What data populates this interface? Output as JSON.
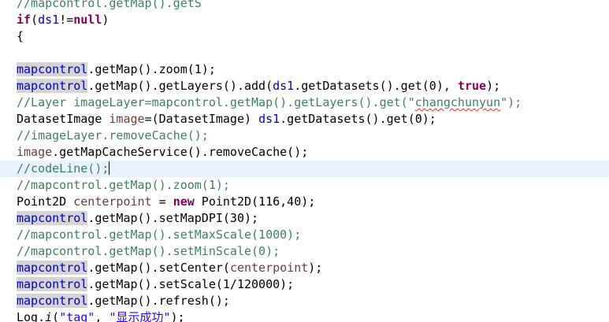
{
  "editor": {
    "language": "java",
    "current_line_index": 10,
    "lines": [
      [
        {
          "t": "//mapcontrol.getMap().getS",
          "c": "cm"
        }
      ],
      [
        {
          "t": "if",
          "c": "kw"
        },
        {
          "t": "("
        },
        {
          "t": "ds1",
          "c": "fld"
        },
        {
          "t": "!="
        },
        {
          "t": "null",
          "c": "kw"
        },
        {
          "t": ")"
        }
      ],
      [
        {
          "t": "{"
        }
      ],
      [],
      [
        {
          "t": "mapcontrol",
          "c": "fld hl"
        },
        {
          "t": ".getMap().zoom(1);"
        }
      ],
      [
        {
          "t": "mapcontrol",
          "c": "fld hl"
        },
        {
          "t": ".getMap().getLayers().add("
        },
        {
          "t": "ds1",
          "c": "fld"
        },
        {
          "t": ".getDatasets().get(0), "
        },
        {
          "t": "true",
          "c": "kw"
        },
        {
          "t": ");"
        }
      ],
      [
        {
          "t": "//Layer imageLayer=mapcontrol.getMap().getLayers().get(\"",
          "c": "cm"
        },
        {
          "t": "changchunyun",
          "c": "cm squig"
        },
        {
          "t": "\");",
          "c": "cm"
        }
      ],
      [
        {
          "t": "DatasetImage "
        },
        {
          "t": "image",
          "c": "lv"
        },
        {
          "t": "=(DatasetImage) "
        },
        {
          "t": "ds1",
          "c": "fld"
        },
        {
          "t": ".getDatasets().get(0);"
        }
      ],
      [
        {
          "t": "//imageLayer.removeCache();",
          "c": "cm"
        }
      ],
      [
        {
          "t": "image",
          "c": "lv"
        },
        {
          "t": ".getMapCacheService().removeCache();"
        }
      ],
      [
        {
          "t": "//codeLine();",
          "c": "cm"
        },
        {
          "caret": true
        }
      ],
      [
        {
          "t": "//mapcontrol.getMap().zoom(1);",
          "c": "cm"
        }
      ],
      [
        {
          "t": "Point2D "
        },
        {
          "t": "centerpoint",
          "c": "lv"
        },
        {
          "t": " = "
        },
        {
          "t": "new",
          "c": "kw"
        },
        {
          "t": " Point2D(116,40);"
        }
      ],
      [
        {
          "t": "mapcontrol",
          "c": "fld hl"
        },
        {
          "t": ".getMap().setMapDPI(30);"
        }
      ],
      [
        {
          "t": "//mapcontrol.getMap().setMaxScale(1000);",
          "c": "cm"
        }
      ],
      [
        {
          "t": "//mapcontrol.getMap().setMinScale(0);",
          "c": "cm"
        }
      ],
      [
        {
          "t": "mapcontrol",
          "c": "fld hl"
        },
        {
          "t": ".getMap().setCenter("
        },
        {
          "t": "centerpoint",
          "c": "lv"
        },
        {
          "t": ");"
        }
      ],
      [
        {
          "t": "mapcontrol",
          "c": "fld hl"
        },
        {
          "t": ".getMap().setScale(1/120000);"
        }
      ],
      [
        {
          "t": "mapcontrol",
          "c": "fld hl"
        },
        {
          "t": ".getMap().refresh();"
        }
      ],
      [
        {
          "t": "Log."
        },
        {
          "t": "i",
          "c": "it"
        },
        {
          "t": "("
        },
        {
          "t": "\"tag\"",
          "c": "str"
        },
        {
          "t": ", "
        },
        {
          "t": "\"显示成功\"",
          "c": "str"
        },
        {
          "t": ");"
        }
      ]
    ]
  }
}
